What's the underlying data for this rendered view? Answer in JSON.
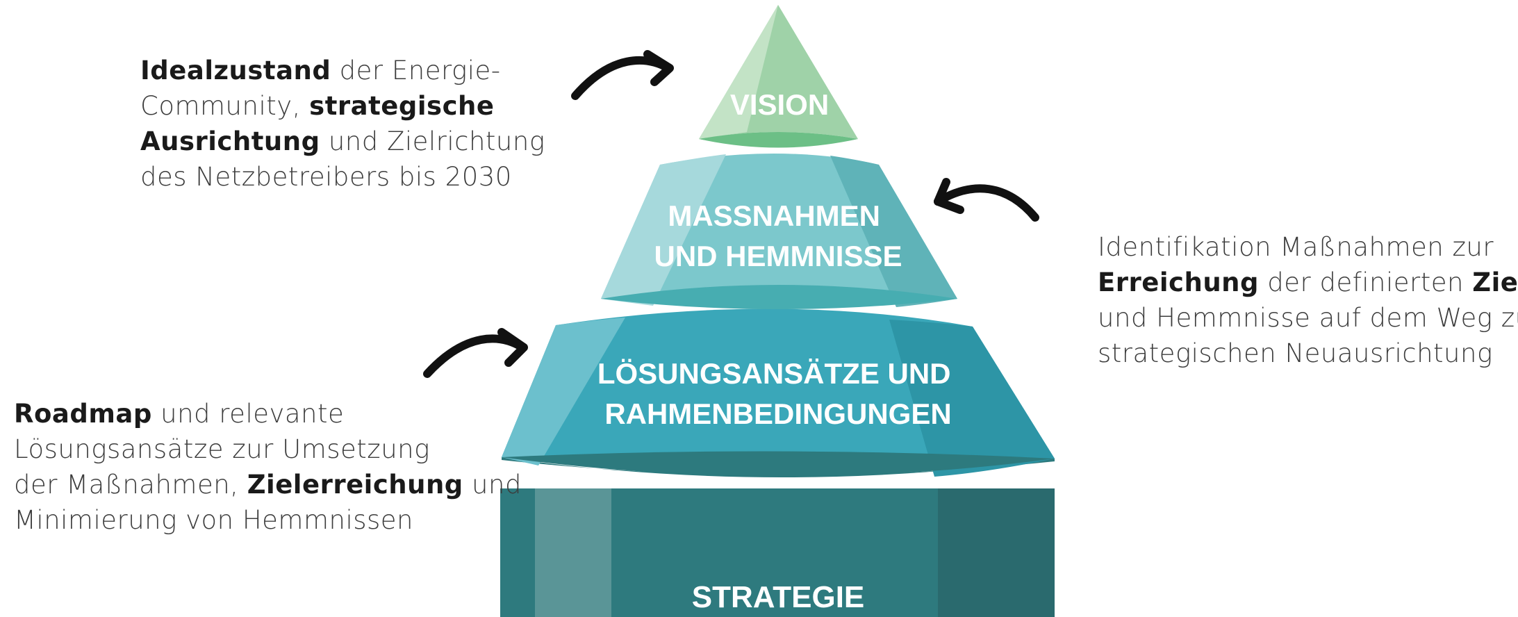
{
  "pyramid": {
    "tiers": [
      {
        "id": "vision",
        "lines": [
          "VISION"
        ]
      },
      {
        "id": "massnahmen",
        "lines": [
          "MASSNAHMEN",
          "UND HEMMNISSE"
        ]
      },
      {
        "id": "loesungen",
        "lines": [
          "LÖSUNGSANSÄTZE UND",
          "RAHMENBEDINGUNGEN"
        ]
      },
      {
        "id": "strategie",
        "lines": [
          "STRATEGIE"
        ]
      }
    ]
  },
  "notes": {
    "vision": {
      "lines": [
        [
          {
            "t": "Idealzustand",
            "b": true
          },
          {
            "t": " der Energie-",
            "b": false
          }
        ],
        [
          {
            "t": "Community, ",
            "b": false
          },
          {
            "t": "strategische",
            "b": true
          }
        ],
        [
          {
            "t": "Ausrichtung",
            "b": true
          },
          {
            "t": " und Zielrichtung",
            "b": false
          }
        ],
        [
          {
            "t": "des Netzbetreibers bis 2030",
            "b": false
          }
        ]
      ]
    },
    "massnahmen": {
      "lines": [
        [
          {
            "t": "Identifikation Maßnahmen zur",
            "b": false
          }
        ],
        [
          {
            "t": "Erreichung",
            "b": true
          },
          {
            "t": " der definierten ",
            "b": false
          },
          {
            "t": "Ziele",
            "b": true
          }
        ],
        [
          {
            "t": "und Hemmnisse auf dem Weg zur",
            "b": false
          }
        ],
        [
          {
            "t": "strategischen Neuausrichtung",
            "b": false
          }
        ]
      ]
    },
    "loesungen": {
      "lines": [
        [
          {
            "t": "Roadmap",
            "b": true
          },
          {
            "t": " und relevante",
            "b": false
          }
        ],
        [
          {
            "t": "Lösungsansätze zur Umsetzung",
            "b": false
          }
        ],
        [
          {
            "t": "der Maßnahmen, ",
            "b": false
          },
          {
            "t": "Zielerreichung",
            "b": true
          },
          {
            "t": " und",
            "b": false
          }
        ],
        [
          {
            "t": "Minimierung von Hemmnissen",
            "b": false
          }
        ]
      ]
    }
  },
  "colors": {
    "vision_main": "#9fd2a8",
    "vision_light": "#c3e3c6",
    "vision_base": "#6cbf86",
    "mass_main": "#7cc8cc",
    "mass_light": "#a6d9dc",
    "mass_dark": "#5fb3b8",
    "mass_base": "#47adb1",
    "loes_main": "#3aa7b9",
    "loes_light": "#6cc0cd",
    "loes_dark": "#2d95a6",
    "loes_base": "#2d7a7e",
    "strat_main": "#2e7a7e",
    "strat_light": "#5a9597",
    "strat_dark": "#2a6a6e",
    "arrow": "#111111"
  }
}
